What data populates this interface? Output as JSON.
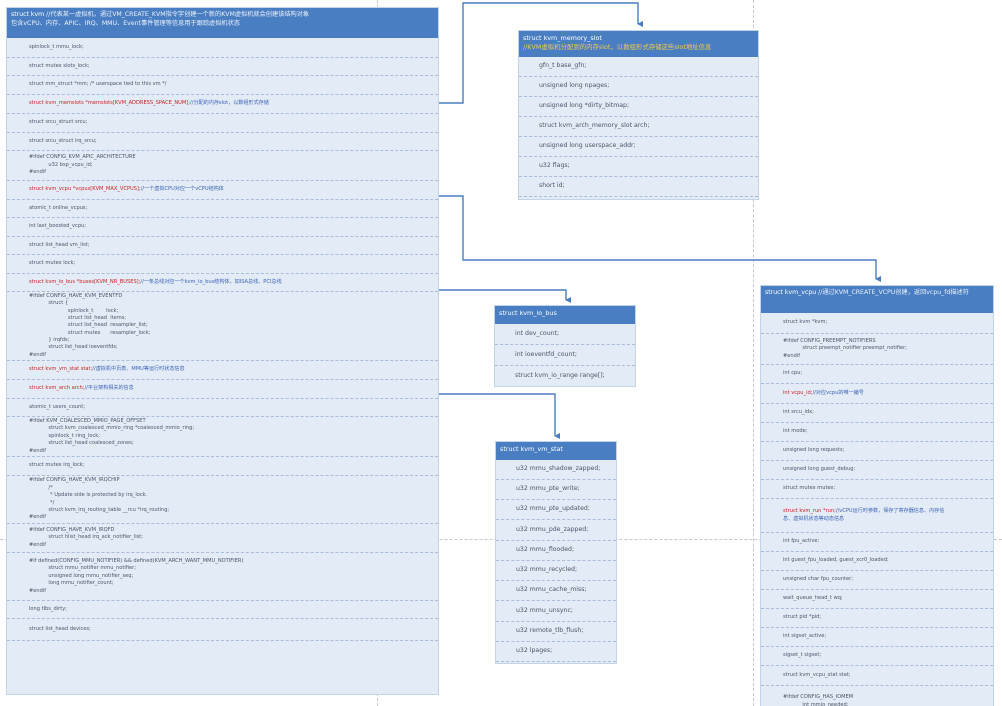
{
  "struct_kvm": {
    "header_title": "struct kvm",
    "header_comment": "//代表某一虚拟机，通过VM_CREATE_KVM指令字创建一个新的KVM虚拟机就会创建该结构对象\n包含vCPU、内存、APIC、IRQ、MMU、Event事件管理等信息用于跟踪虚拟机状态",
    "rows": [
      {
        "text": "spinlock_t mmu_lock;",
        "red": false
      },
      {
        "text": "struct mutex slots_lock;",
        "red": false
      },
      {
        "text": "struct mm_struct *mm; /* userspace tied to this vm */",
        "red": false
      },
      {
        "text": "struct kvm_memslots *memslots[KVM_ADDRESS_SPACE_NUM];",
        "comment": "//分配的内存slot，以数组形式存储",
        "red": true
      },
      {
        "text": "struct srcu_struct srcu;",
        "red": false
      },
      {
        "text": "struct srcu_struct irq_srcu;",
        "red": false
      },
      {
        "text": "#ifdef CONFIG_KVM_APIC_ARCHITECTURE\n            u32 bsp_vcpu_id;\n#endif",
        "red": false
      },
      {
        "text": "struct kvm_vcpu *vcpus[KVM_MAX_VCPUS];",
        "comment": "//一个虚拟CPU对应一个vCPU结构体",
        "red": true
      },
      {
        "text": "atomic_t online_vcpus;",
        "red": false
      },
      {
        "text": "int last_boosted_vcpu;",
        "red": false
      },
      {
        "text": "struct list_head vm_list;",
        "red": false
      },
      {
        "text": "struct mutex lock;",
        "red": false
      },
      {
        "text": "struct kvm_io_bus *buses[KVM_NR_BUSES];",
        "comment": "//一条总线对应一个kvm_io_bus结构体，如ISA总线、PCI总线",
        "red": true
      },
      {
        "text": "#ifdef CONFIG_HAVE_KVM_EVENTFD\n            struct {\n                        spinlock_t        lock;\n                        struct list_head  items;\n                        struct list_head  resampler_list;\n                        struct mutex      resampler_lock;\n            } irqfds;\n            struct list_head ioeventfds;\n#endif",
        "red": false
      },
      {
        "text": "struct kvm_vm_stat stat;",
        "comment": "//虚拟机中页表、MMU等运行时状态信息",
        "red": true
      },
      {
        "text": "struct kvm_arch arch;",
        "comment": "//平台架构相关的信息",
        "red": true
      },
      {
        "text": "atomic_t users_count;",
        "red": false
      },
      {
        "text": "#ifdef KVM_COALESCED_MMIO_PAGE_OFFSET\n            struct kvm_coalesced_mmio_ring *coalesced_mmio_ring;\n            spinlock_t ring_lock;\n            struct list_head coalesced_zones;\n#endif",
        "red": false
      },
      {
        "text": "struct mutex irq_lock;",
        "red": false
      },
      {
        "text": "#ifdef CONFIG_HAVE_KVM_IRQCHIP\n            /*\n             * Update side is protected by irq_lock.\n             */\n            struct kvm_irq_routing_table __rcu *irq_routing;\n#endif",
        "red": false
      },
      {
        "text": "#ifdef CONFIG_HAVE_KVM_IRQFD\n            struct hlist_head irq_ack_notifier_list;\n#endif",
        "red": false
      },
      {
        "text": "#if defined(CONFIG_MMU_NOTIFIER) && defined(KVM_ARCH_WANT_MMU_NOTIFIER)\n            struct mmu_notifier mmu_notifier;\n            unsigned long mmu_notifier_seq;\n            long mmu_notifier_count;\n#endif",
        "red": false
      },
      {
        "text": "long tlbs_dirty;",
        "red": false
      },
      {
        "text": "struct list_head devices;",
        "red": false
      }
    ]
  },
  "struct_kvm_memory_slot": {
    "header_title": "struct kvm_memory_slot",
    "header_comment": "//KVM虚拟机分配到的内存slot，以数组形式存储这些slot地址信息",
    "rows": [
      "gfn_t base_gfn;",
      "unsigned long npages;",
      "unsigned long *dirty_bitmap;",
      "struct kvm_arch_memory_slot arch;",
      "unsigned long userspace_addr;",
      "u32 flags;",
      "short id;"
    ]
  },
  "struct_kvm_io_bus": {
    "header_title": "struct kvm_io_bus",
    "rows": [
      "int dev_count;",
      "int ioeventfd_count;",
      "struct kvm_io_range range[];"
    ]
  },
  "struct_kvm_vm_stat": {
    "header_title": "struct kvm_vm_stat",
    "rows": [
      "u32 mmu_shadow_zapped;",
      "u32 mmu_pte_write;",
      "u32 mmu_pte_updated;",
      "u32 mmu_pde_zapped;",
      "u32 mmu_flooded;",
      "u32 mmu_recycled;",
      "u32 mmu_cache_miss;",
      "u32 mmu_unsync;",
      "u32 remote_tlb_flush;",
      "u32 lpages;"
    ]
  },
  "struct_kvm_vcpu": {
    "header_title": "struct kvm_vcpu",
    "header_comment": "//通过KVM_CREATE_VCPU创建，返回vcpu_fd描述符",
    "rows": [
      {
        "text": "struct kvm *kvm;",
        "red": false
      },
      {
        "text": "#ifdef CONFIG_PREEMPT_NOTIFIERS\n            struct preempt_notifier preempt_notifier;\n#endif",
        "red": false
      },
      {
        "text": "int cpu;",
        "red": false
      },
      {
        "text": "int vcpu_id;",
        "comment": "//对应vcpu的唯一编号",
        "red": true
      },
      {
        "text": "int srcu_idx;",
        "red": false
      },
      {
        "text": "int mode;",
        "red": false
      },
      {
        "text": "unsigned long requests;",
        "red": false
      },
      {
        "text": "unsigned long guest_debug;",
        "red": false
      },
      {
        "text": "struct mutex mutex;",
        "red": false
      },
      {
        "text": "struct kvm_run *run;",
        "comment": "//vCPU运行时参数，保存了寄存器信息、内存信\n息、虚拟机状态等动态信息",
        "red": true
      },
      {
        "text": "int fpu_active;",
        "red": false
      },
      {
        "text": "int guest_fpu_loaded, guest_xcr0_loaded;",
        "red": false
      },
      {
        "text": "unsigned char fpu_counter;",
        "red": false
      },
      {
        "text": "wait_queue_head_t wq;",
        "red": false
      },
      {
        "text": "struct pid *pid;",
        "red": false
      },
      {
        "text": "int sigset_active;",
        "red": false
      },
      {
        "text": "sigset_t sigset;",
        "red": false
      },
      {
        "text": "struct kvm_vcpu_stat stat;",
        "red": false
      },
      {
        "text": "#ifdef CONFIG_HAS_IOMEM\n            int mmio_needed;\n            int mmio_read_completed;",
        "red": false
      }
    ]
  },
  "colors": {
    "header_bg": "#4a7ec2",
    "box_bg": "#e3ebf6",
    "highlight_red": "#cc1f1f",
    "comment_blue": "#3a64b8",
    "arrow": "#4a7ec2"
  }
}
